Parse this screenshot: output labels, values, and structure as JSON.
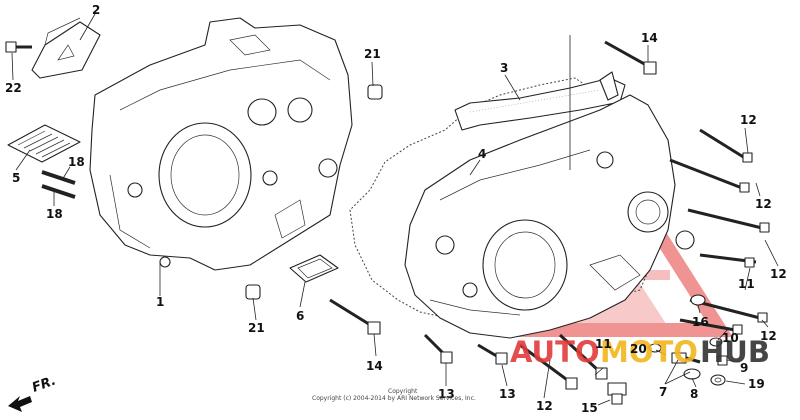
{
  "callouts": {
    "c1": "1",
    "c2": "2",
    "c3": "3",
    "c4": "4",
    "c5": "5",
    "c6": "6",
    "c7": "7",
    "c8": "8",
    "c9": "9",
    "c10": "10",
    "c11a": "11",
    "c11b": "11",
    "c12a": "12",
    "c12b": "12",
    "c12c": "12",
    "c12d": "12",
    "c12e": "12",
    "c13a": "13",
    "c13b": "13",
    "c14a": "14",
    "c14b": "14",
    "c15": "15",
    "c16": "16",
    "c18a": "18",
    "c18b": "18",
    "c19": "19",
    "c20": "20",
    "c21a": "21",
    "c21b": "21",
    "c22": "22"
  },
  "direction_label": "FR.",
  "copyright_title": "Copyright",
  "copyright_text": "Copyright (c) 2004-2014 by ARI Network Services, Inc.",
  "watermark": {
    "part1": "AUTO",
    "part2": "MOTO",
    "part3": "HUB",
    "color_red": "#e23b3b",
    "color_yellow": "#f2b51c",
    "color_dark": "#333333"
  }
}
